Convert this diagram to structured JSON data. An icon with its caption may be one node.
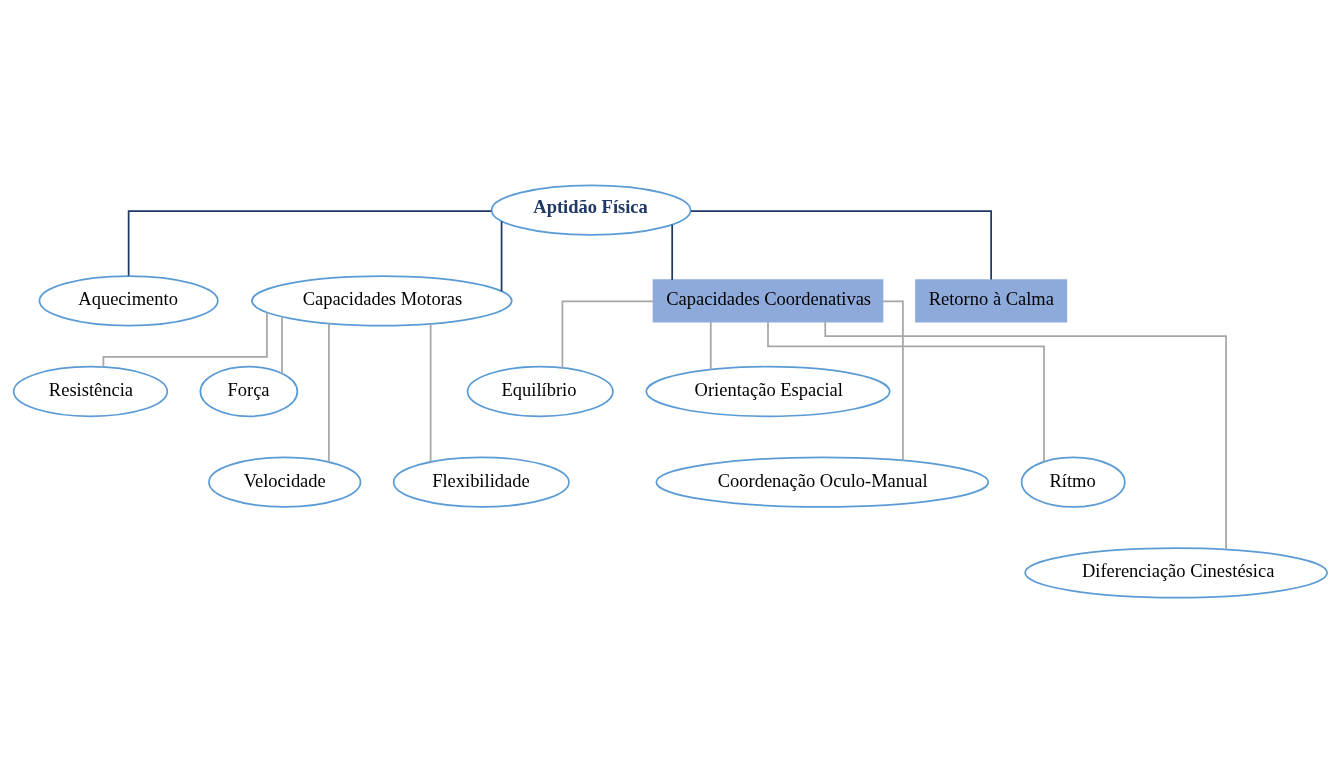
{
  "diagram": {
    "nodes": [
      {
        "text": [
          "Aptidão Física"
        ]
      },
      {
        "text": [
          "Aquecimento"
        ]
      },
      {
        "text": [
          "Capacidades Motoras"
        ]
      },
      {
        "text": [
          "Capacidades Coordenativas"
        ]
      },
      {
        "text": [
          "Retorno à Calma"
        ]
      },
      {
        "text": [
          "Resistência"
        ]
      },
      {
        "text": [
          "Força"
        ]
      },
      {
        "text": [
          "Velocidade"
        ]
      },
      {
        "text": [
          "Flexibilidade"
        ]
      },
      {
        "text": [
          "Equilíbrio"
        ]
      },
      {
        "text": [
          "Orientação Espacial"
        ]
      },
      {
        "text": [
          "Coordenação Oculo-Manual"
        ]
      },
      {
        "text": [
          "Rítmo"
        ]
      },
      {
        "text": [
          "Diferenciação Cinestésica"
        ]
      }
    ],
    "edges": [
      {
        "from": 0,
        "to": 1,
        "arrow": "none",
        "color": "#1f3864"
      },
      {
        "from": 0,
        "to": 2,
        "arrow": "none",
        "color": "#1f3864"
      },
      {
        "from": 0,
        "to": 3,
        "arrow": "none",
        "color": "#1f3864"
      },
      {
        "from": 0,
        "to": 4,
        "arrow": "none",
        "color": "#1f3864"
      },
      {
        "from": 2,
        "to": 5,
        "arrow": "none"
      },
      {
        "from": 2,
        "to": 6,
        "arrow": "none"
      },
      {
        "from": 2,
        "to": 7,
        "arrow": "none"
      },
      {
        "from": 2,
        "to": 8,
        "arrow": "none"
      },
      {
        "from": 3,
        "to": 9,
        "arrow": "none"
      },
      {
        "from": 3,
        "to": 10,
        "arrow": "none"
      },
      {
        "from": 3,
        "to": 11,
        "arrow": "none"
      },
      {
        "from": 3,
        "to": 12,
        "arrow": "none"
      },
      {
        "from": 3,
        "to": 13,
        "arrow": "none"
      }
    ]
  }
}
